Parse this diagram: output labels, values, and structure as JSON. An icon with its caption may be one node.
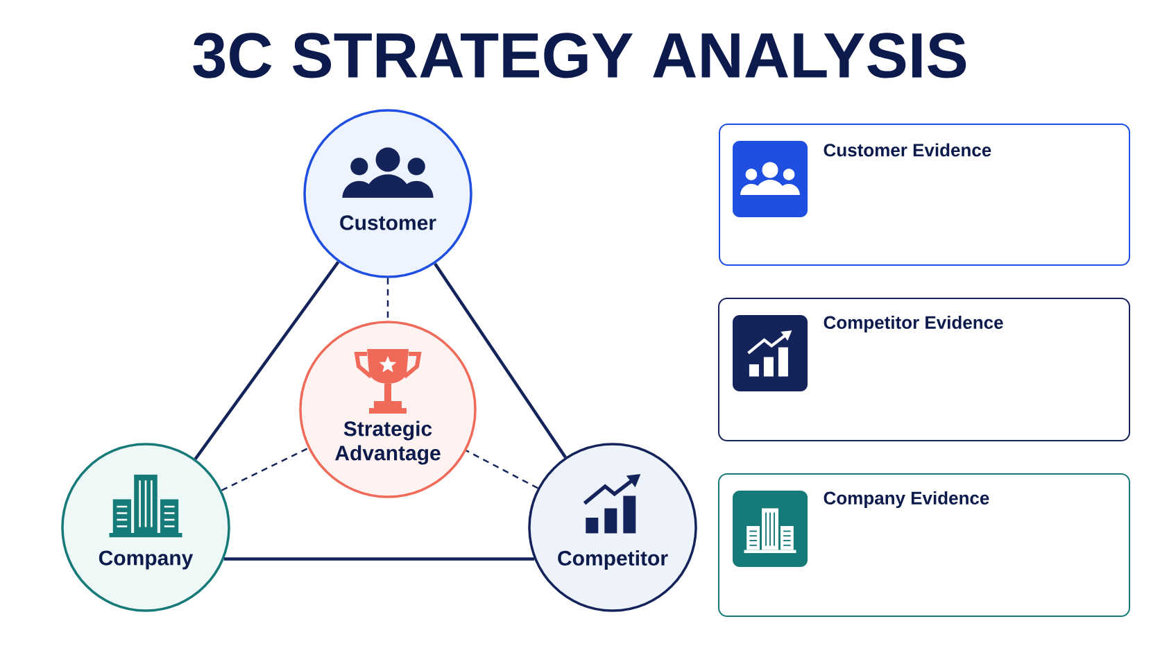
{
  "diagram": {
    "title": "3C STRATEGY ANALYSIS",
    "nodes": [
      {
        "text": [
          "Customer"
        ]
      },
      {
        "text": [
          "Strategic Advantage"
        ]
      },
      {
        "text": [
          "Company"
        ]
      },
      {
        "text": [
          "Competitor"
        ]
      },
      {
        "text": [
          "Customer Evidence"
        ]
      },
      {
        "text": [
          "Competitor Evidence"
        ]
      },
      {
        "text": [
          "Company Evidence"
        ]
      }
    ],
    "edges": [
      {
        "from": 0,
        "to": 2,
        "arrow": "none"
      },
      {
        "from": 0,
        "to": 3,
        "arrow": "none"
      },
      {
        "from": 2,
        "to": 3,
        "arrow": "none"
      },
      {
        "from": 0,
        "to": 1,
        "arrow": "none",
        "style": "dashed"
      },
      {
        "from": 2,
        "to": 1,
        "arrow": "none",
        "style": "dashed"
      },
      {
        "from": 3,
        "to": 1,
        "arrow": "none",
        "style": "dashed"
      }
    ]
  }
}
